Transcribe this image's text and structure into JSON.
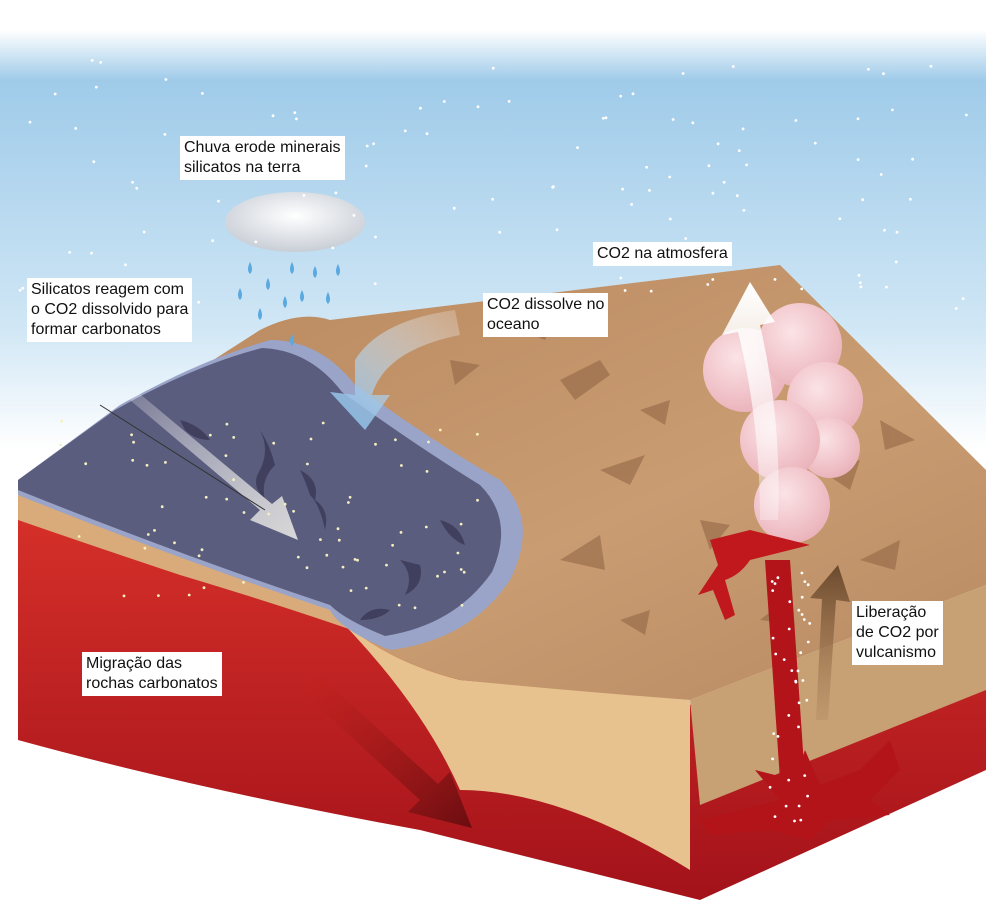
{
  "labels": {
    "rain": "Chuva erode minerais\nsilicatos na terra",
    "silicates": "Silicatos reagem com\no CO2 dissolvido para\nformar carbonatos",
    "dissolve": "CO2 dissolve no\noceano",
    "atmosphere": "CO2 na atmosfera",
    "volcanism": "Liberação\nde CO2 por\nvulcanismo",
    "migration": "Migração das\nrochas carbonatos"
  },
  "colors": {
    "sky_top": "#8fc3e6",
    "sky_bottom": "#ffffff",
    "land_top": "#c4956a",
    "land_dark": "#9c6e4b",
    "ocean": "#5b5d7e",
    "ocean_edge": "#9aa4c8",
    "mantle": "#c8231f",
    "sediment": "#e7c28e",
    "lava": "#c0181c",
    "volcanic_cloud": "#f3c3c9"
  }
}
